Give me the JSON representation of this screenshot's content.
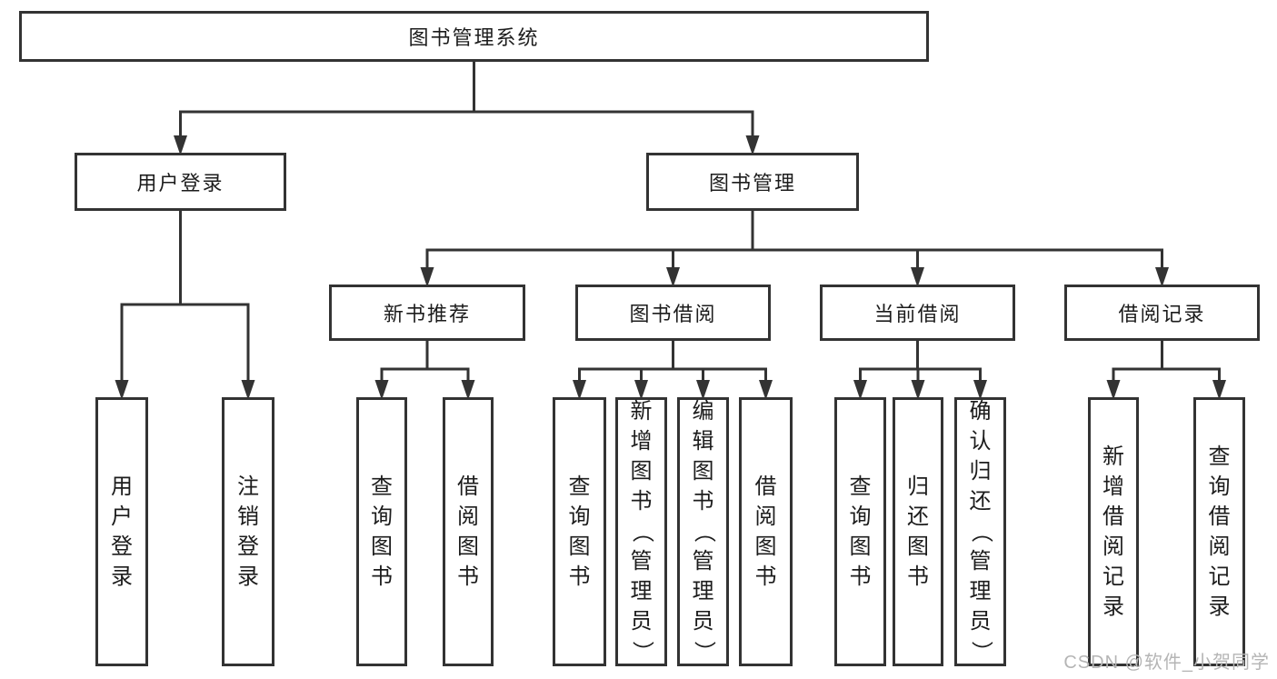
{
  "diagram": {
    "title": "图书管理系统",
    "tree": {
      "id": "root",
      "label": "图书管理系统",
      "children": [
        {
          "id": "user-login",
          "label": "用户登录",
          "children": [
            {
              "id": "login",
              "label": "用户登录"
            },
            {
              "id": "logout",
              "label": "注销登录"
            }
          ]
        },
        {
          "id": "book-mgmt",
          "label": "图书管理",
          "children": [
            {
              "id": "new-book-rec",
              "label": "新书推荐",
              "children": [
                {
                  "id": "nb-query",
                  "label": "查询图书"
                },
                {
                  "id": "nb-borrow",
                  "label": "借阅图书"
                }
              ]
            },
            {
              "id": "book-borrow",
              "label": "图书借阅",
              "children": [
                {
                  "id": "bb-query",
                  "label": "查询图书"
                },
                {
                  "id": "bb-add",
                  "label": "新增图书（管理员）"
                },
                {
                  "id": "bb-edit",
                  "label": "编辑图书（管理员）"
                },
                {
                  "id": "bb-borrow",
                  "label": "借阅图书"
                }
              ]
            },
            {
              "id": "current-borrow",
              "label": "当前借阅",
              "children": [
                {
                  "id": "cb-query",
                  "label": "查询图书"
                },
                {
                  "id": "cb-return",
                  "label": "归还图书"
                },
                {
                  "id": "cb-confirm",
                  "label": "确认归还（管理员）"
                }
              ]
            },
            {
              "id": "borrow-records",
              "label": "借阅记录",
              "children": [
                {
                  "id": "br-add",
                  "label": "新增借阅记录"
                },
                {
                  "id": "br-query",
                  "label": "查询借阅记录"
                }
              ]
            }
          ]
        }
      ]
    }
  },
  "watermark": {
    "text": "CSDN @软件_小贺同学"
  },
  "colors": {
    "line": "#333333",
    "text": "#1c1c1c",
    "background": "#ffffff",
    "watermark": "#b5b5b5"
  }
}
